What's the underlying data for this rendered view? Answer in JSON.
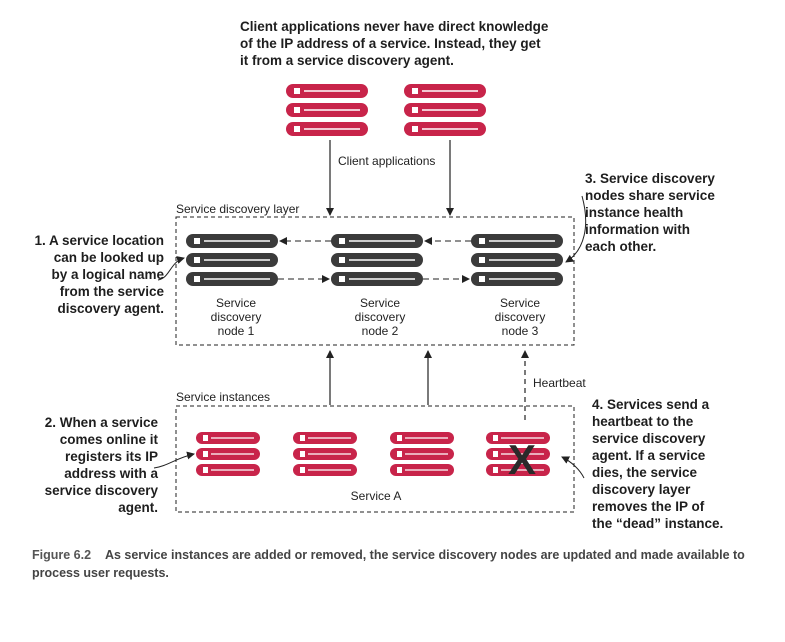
{
  "notes": {
    "top": "Client applications never have direct knowledge\nof the IP address of a service. Instead, they get\nit from a service discovery agent.",
    "n1": "1. A service location\ncan be looked up\nby a logical name\nfrom the service\ndiscovery agent.",
    "n2": "2. When a service\ncomes online it\nregisters its IP\naddress with a\nservice discovery\nagent.",
    "n3": "3. Service discovery\nnodes share service\ninstance health\ninformation with\neach other.",
    "n4": "4. Services send a\nheartbeat to the\nservice discovery\nagent. If a service\ndies, the service\ndiscovery layer\nremoves the IP of\nthe “dead” instance."
  },
  "labels": {
    "client_applications": "Client applications",
    "discovery_layer": "Service discovery layer",
    "service_instances": "Service instances",
    "heartbeat": "Heartbeat",
    "service_a": "Service A",
    "dead_marker": "X"
  },
  "discovery_nodes": [
    {
      "line1": "Service",
      "line2": "discovery",
      "line3": "node 1"
    },
    {
      "line1": "Service",
      "line2": "discovery",
      "line3": "node 2"
    },
    {
      "line1": "Service",
      "line2": "discovery",
      "line3": "node 3"
    }
  ],
  "caption": {
    "figure": "Figure 6.2",
    "text": "As service instances are added or removed, the service discovery nodes are updated and made available to process user requests."
  },
  "colors": {
    "server_red": "#c8244a",
    "server_dark": "#3b3b3b",
    "line": "#222222"
  }
}
